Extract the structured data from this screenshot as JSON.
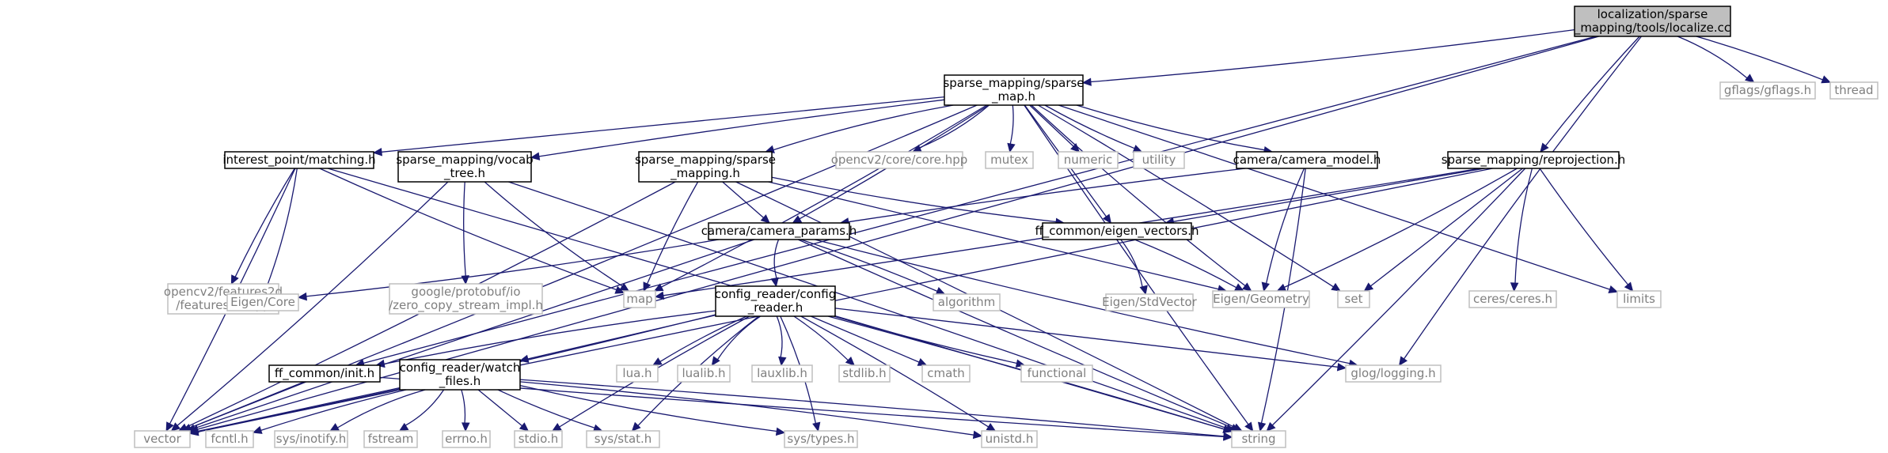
{
  "colors": {
    "edge": "#191970",
    "primary_border": "#000000",
    "secondary_border": "#bfbfbf",
    "secondary_text": "#7f7f7f",
    "root_fill": "#bfbfbf"
  },
  "nodes": [
    {
      "id": "localize",
      "style": "root",
      "lines": [
        "localization/sparse",
        "_mapping/tools/localize.cc"
      ]
    },
    {
      "id": "sparse_map_h",
      "style": "primary",
      "lines": [
        "sparse_mapping/sparse",
        "_map.h"
      ]
    },
    {
      "id": "vector",
      "style": "secondary",
      "lines": [
        "vector"
      ]
    },
    {
      "id": "ff_init",
      "style": "primary",
      "lines": [
        "ff_common/init.h"
      ]
    },
    {
      "id": "reprojection",
      "style": "primary",
      "lines": [
        "sparse_mapping/reprojection.h"
      ]
    },
    {
      "id": "glog",
      "style": "secondary",
      "lines": [
        "glog/logging.h"
      ]
    },
    {
      "id": "gflags",
      "style": "secondary",
      "lines": [
        "gflags/gflags.h"
      ]
    },
    {
      "id": "thread",
      "style": "secondary",
      "lines": [
        "thread"
      ]
    },
    {
      "id": "string",
      "style": "secondary",
      "lines": [
        "string"
      ]
    },
    {
      "id": "matching",
      "style": "primary",
      "lines": [
        "interest_point/matching.h"
      ]
    },
    {
      "id": "vocab_tree",
      "style": "primary",
      "lines": [
        "sparse_mapping/vocab",
        "_tree.h"
      ]
    },
    {
      "id": "sparse_mapping_h",
      "style": "primary",
      "lines": [
        "sparse_mapping/sparse",
        "_mapping.h"
      ]
    },
    {
      "id": "opencv_core",
      "style": "secondary",
      "lines": [
        "opencv2/core/core.hpp"
      ]
    },
    {
      "id": "mutex",
      "style": "secondary",
      "lines": [
        "mutex"
      ]
    },
    {
      "id": "numeric",
      "style": "secondary",
      "lines": [
        "numeric"
      ]
    },
    {
      "id": "utility",
      "style": "secondary",
      "lines": [
        "utility"
      ]
    },
    {
      "id": "camera_model",
      "style": "primary",
      "lines": [
        "camera/camera_model.h"
      ]
    },
    {
      "id": "map",
      "style": "secondary",
      "lines": [
        "map"
      ]
    },
    {
      "id": "set",
      "style": "secondary",
      "lines": [
        "set"
      ]
    },
    {
      "id": "limits",
      "style": "secondary",
      "lines": [
        "limits"
      ]
    },
    {
      "id": "ceres",
      "style": "secondary",
      "lines": [
        "ceres/ceres.h"
      ]
    },
    {
      "id": "eigen_geometry",
      "style": "secondary",
      "lines": [
        "Eigen/Geometry"
      ]
    },
    {
      "id": "opencv_features",
      "style": "secondary",
      "lines": [
        "opencv2/features2d",
        "/features2d.hpp"
      ]
    },
    {
      "id": "protobuf",
      "style": "secondary",
      "lines": [
        "google/protobuf/io",
        "/zero_copy_stream_impl.h"
      ]
    },
    {
      "id": "camera_params",
      "style": "primary",
      "lines": [
        "camera/camera_params.h"
      ]
    },
    {
      "id": "eigen_vectors",
      "style": "primary",
      "lines": [
        "ff_common/eigen_vectors.h"
      ]
    },
    {
      "id": "eigen_core",
      "style": "secondary",
      "lines": [
        "Eigen/Core"
      ]
    },
    {
      "id": "algorithm",
      "style": "secondary",
      "lines": [
        "algorithm"
      ]
    },
    {
      "id": "eigen_stdvector",
      "style": "secondary",
      "lines": [
        "Eigen/StdVector"
      ]
    },
    {
      "id": "config_reader",
      "style": "primary",
      "lines": [
        "config_reader/config",
        "_reader.h"
      ]
    },
    {
      "id": "watch_files",
      "style": "primary",
      "lines": [
        "config_reader/watch",
        "_files.h"
      ]
    },
    {
      "id": "lua",
      "style": "secondary",
      "lines": [
        "lua.h"
      ]
    },
    {
      "id": "lualib",
      "style": "secondary",
      "lines": [
        "lualib.h"
      ]
    },
    {
      "id": "lauxlib",
      "style": "secondary",
      "lines": [
        "lauxlib.h"
      ]
    },
    {
      "id": "stdlib",
      "style": "secondary",
      "lines": [
        "stdlib.h"
      ]
    },
    {
      "id": "cmath",
      "style": "secondary",
      "lines": [
        "cmath"
      ]
    },
    {
      "id": "functional",
      "style": "secondary",
      "lines": [
        "functional"
      ]
    },
    {
      "id": "fcntl",
      "style": "secondary",
      "lines": [
        "fcntl.h"
      ]
    },
    {
      "id": "inotify",
      "style": "secondary",
      "lines": [
        "sys/inotify.h"
      ]
    },
    {
      "id": "fstream",
      "style": "secondary",
      "lines": [
        "fstream"
      ]
    },
    {
      "id": "errno",
      "style": "secondary",
      "lines": [
        "errno.h"
      ]
    },
    {
      "id": "stdio",
      "style": "secondary",
      "lines": [
        "stdio.h"
      ]
    },
    {
      "id": "sys_stat",
      "style": "secondary",
      "lines": [
        "sys/stat.h"
      ]
    },
    {
      "id": "sys_types",
      "style": "secondary",
      "lines": [
        "sys/types.h"
      ]
    },
    {
      "id": "unistd",
      "style": "secondary",
      "lines": [
        "unistd.h"
      ]
    }
  ],
  "edges": [
    [
      "localize",
      "sparse_map_h"
    ],
    [
      "localize",
      "vector"
    ],
    [
      "localize",
      "ff_init"
    ],
    [
      "localize",
      "reprojection"
    ],
    [
      "localize",
      "glog"
    ],
    [
      "localize",
      "gflags"
    ],
    [
      "localize",
      "thread"
    ],
    [
      "sparse_map_h",
      "matching"
    ],
    [
      "sparse_map_h",
      "vocab_tree"
    ],
    [
      "sparse_map_h",
      "sparse_mapping_h"
    ],
    [
      "sparse_map_h",
      "opencv_core"
    ],
    [
      "sparse_map_h",
      "mutex"
    ],
    [
      "sparse_map_h",
      "numeric"
    ],
    [
      "sparse_map_h",
      "utility"
    ],
    [
      "sparse_map_h",
      "camera_model"
    ],
    [
      "sparse_map_h",
      "map"
    ],
    [
      "sparse_map_h",
      "set"
    ],
    [
      "sparse_map_h",
      "limits"
    ],
    [
      "sparse_map_h",
      "string"
    ],
    [
      "sparse_map_h",
      "eigen_geometry"
    ],
    [
      "sparse_map_h",
      "vector"
    ],
    [
      "sparse_map_h",
      "camera_params"
    ],
    [
      "sparse_map_h",
      "eigen_vectors"
    ],
    [
      "matching",
      "opencv_features"
    ],
    [
      "matching",
      "map"
    ],
    [
      "matching",
      "eigen_core"
    ],
    [
      "matching",
      "vector"
    ],
    [
      "matching",
      "string"
    ],
    [
      "vocab_tree",
      "protobuf"
    ],
    [
      "vocab_tree",
      "map"
    ],
    [
      "vocab_tree",
      "vector"
    ],
    [
      "vocab_tree",
      "string"
    ],
    [
      "sparse_mapping_h",
      "camera_params"
    ],
    [
      "sparse_mapping_h",
      "map"
    ],
    [
      "sparse_mapping_h",
      "eigen_vectors"
    ],
    [
      "sparse_mapping_h",
      "vector"
    ],
    [
      "sparse_mapping_h",
      "string"
    ],
    [
      "sparse_mapping_h",
      "eigen_geometry"
    ],
    [
      "camera_model",
      "camera_params"
    ],
    [
      "camera_model",
      "eigen_geometry"
    ],
    [
      "camera_model",
      "string"
    ],
    [
      "reprojection",
      "map"
    ],
    [
      "reprojection",
      "set"
    ],
    [
      "reprojection",
      "limits"
    ],
    [
      "reprojection",
      "ceres"
    ],
    [
      "reprojection",
      "eigen_geometry"
    ],
    [
      "reprojection",
      "string"
    ],
    [
      "reprojection",
      "eigen_vectors"
    ],
    [
      "reprojection",
      "vector"
    ],
    [
      "camera_params",
      "config_reader"
    ],
    [
      "camera_params",
      "eigen_core"
    ],
    [
      "camera_params",
      "algorithm"
    ],
    [
      "camera_params",
      "vector"
    ],
    [
      "camera_params",
      "string"
    ],
    [
      "camera_params",
      "glog"
    ],
    [
      "eigen_vectors",
      "eigen_stdvector"
    ],
    [
      "eigen_vectors",
      "eigen_geometry"
    ],
    [
      "config_reader",
      "watch_files"
    ],
    [
      "config_reader",
      "lua"
    ],
    [
      "config_reader",
      "lualib"
    ],
    [
      "config_reader",
      "lauxlib"
    ],
    [
      "config_reader",
      "stdlib"
    ],
    [
      "config_reader",
      "cmath"
    ],
    [
      "config_reader",
      "functional"
    ],
    [
      "config_reader",
      "ff_init"
    ],
    [
      "config_reader",
      "vector"
    ],
    [
      "config_reader",
      "string"
    ],
    [
      "config_reader",
      "glog"
    ],
    [
      "config_reader",
      "stdio"
    ],
    [
      "config_reader",
      "sys_stat"
    ],
    [
      "config_reader",
      "sys_types"
    ],
    [
      "config_reader",
      "unistd"
    ],
    [
      "watch_files",
      "vector"
    ],
    [
      "watch_files",
      "fcntl"
    ],
    [
      "watch_files",
      "inotify"
    ],
    [
      "watch_files",
      "fstream"
    ],
    [
      "watch_files",
      "errno"
    ],
    [
      "watch_files",
      "stdio"
    ],
    [
      "watch_files",
      "sys_stat"
    ],
    [
      "watch_files",
      "sys_types"
    ],
    [
      "watch_files",
      "unistd"
    ],
    [
      "watch_files",
      "string"
    ],
    [
      "ff_init",
      "vector"
    ],
    [
      "ff_init",
      "string"
    ]
  ]
}
